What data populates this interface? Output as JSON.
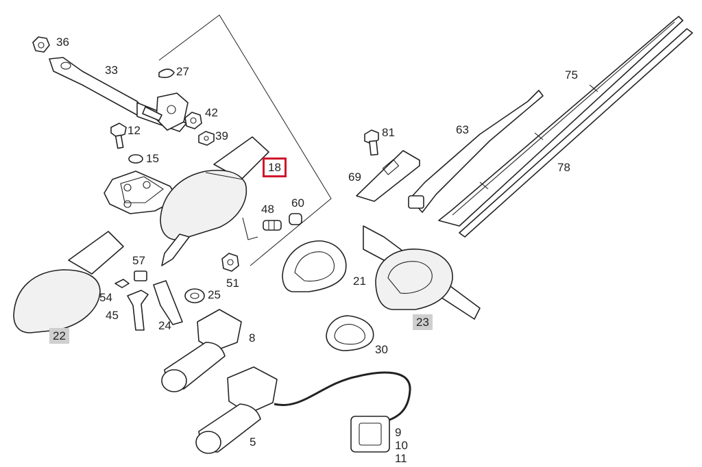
{
  "diagram": {
    "labels": [
      {
        "id": "36",
        "text": "36"
      },
      {
        "id": "33",
        "text": "33"
      },
      {
        "id": "27",
        "text": "27"
      },
      {
        "id": "42",
        "text": "42"
      },
      {
        "id": "12",
        "text": "12"
      },
      {
        "id": "39",
        "text": "39"
      },
      {
        "id": "15",
        "text": "15"
      },
      {
        "id": "18",
        "text": "18",
        "highlight": "selected"
      },
      {
        "id": "48",
        "text": "48"
      },
      {
        "id": "60",
        "text": "60"
      },
      {
        "id": "57",
        "text": "57"
      },
      {
        "id": "54",
        "text": "54"
      },
      {
        "id": "45",
        "text": "45"
      },
      {
        "id": "24",
        "text": "24"
      },
      {
        "id": "25",
        "text": "25"
      },
      {
        "id": "51",
        "text": "51"
      },
      {
        "id": "22",
        "text": "22",
        "highlight": "grey"
      },
      {
        "id": "8",
        "text": "8"
      },
      {
        "id": "5",
        "text": "5"
      },
      {
        "id": "81",
        "text": "81"
      },
      {
        "id": "63",
        "text": "63"
      },
      {
        "id": "75",
        "text": "75"
      },
      {
        "id": "78",
        "text": "78"
      },
      {
        "id": "69",
        "text": "69"
      },
      {
        "id": "21",
        "text": "21"
      },
      {
        "id": "23",
        "text": "23",
        "highlight": "grey"
      },
      {
        "id": "30",
        "text": "30"
      },
      {
        "id": "9",
        "text": "9"
      },
      {
        "id": "10",
        "text": "10"
      },
      {
        "id": "11",
        "text": "11"
      }
    ],
    "colors": {
      "line": "#222222",
      "selected_border": "#d0142c",
      "grey_badge": "#cfcfcf",
      "background": "#ffffff"
    }
  }
}
